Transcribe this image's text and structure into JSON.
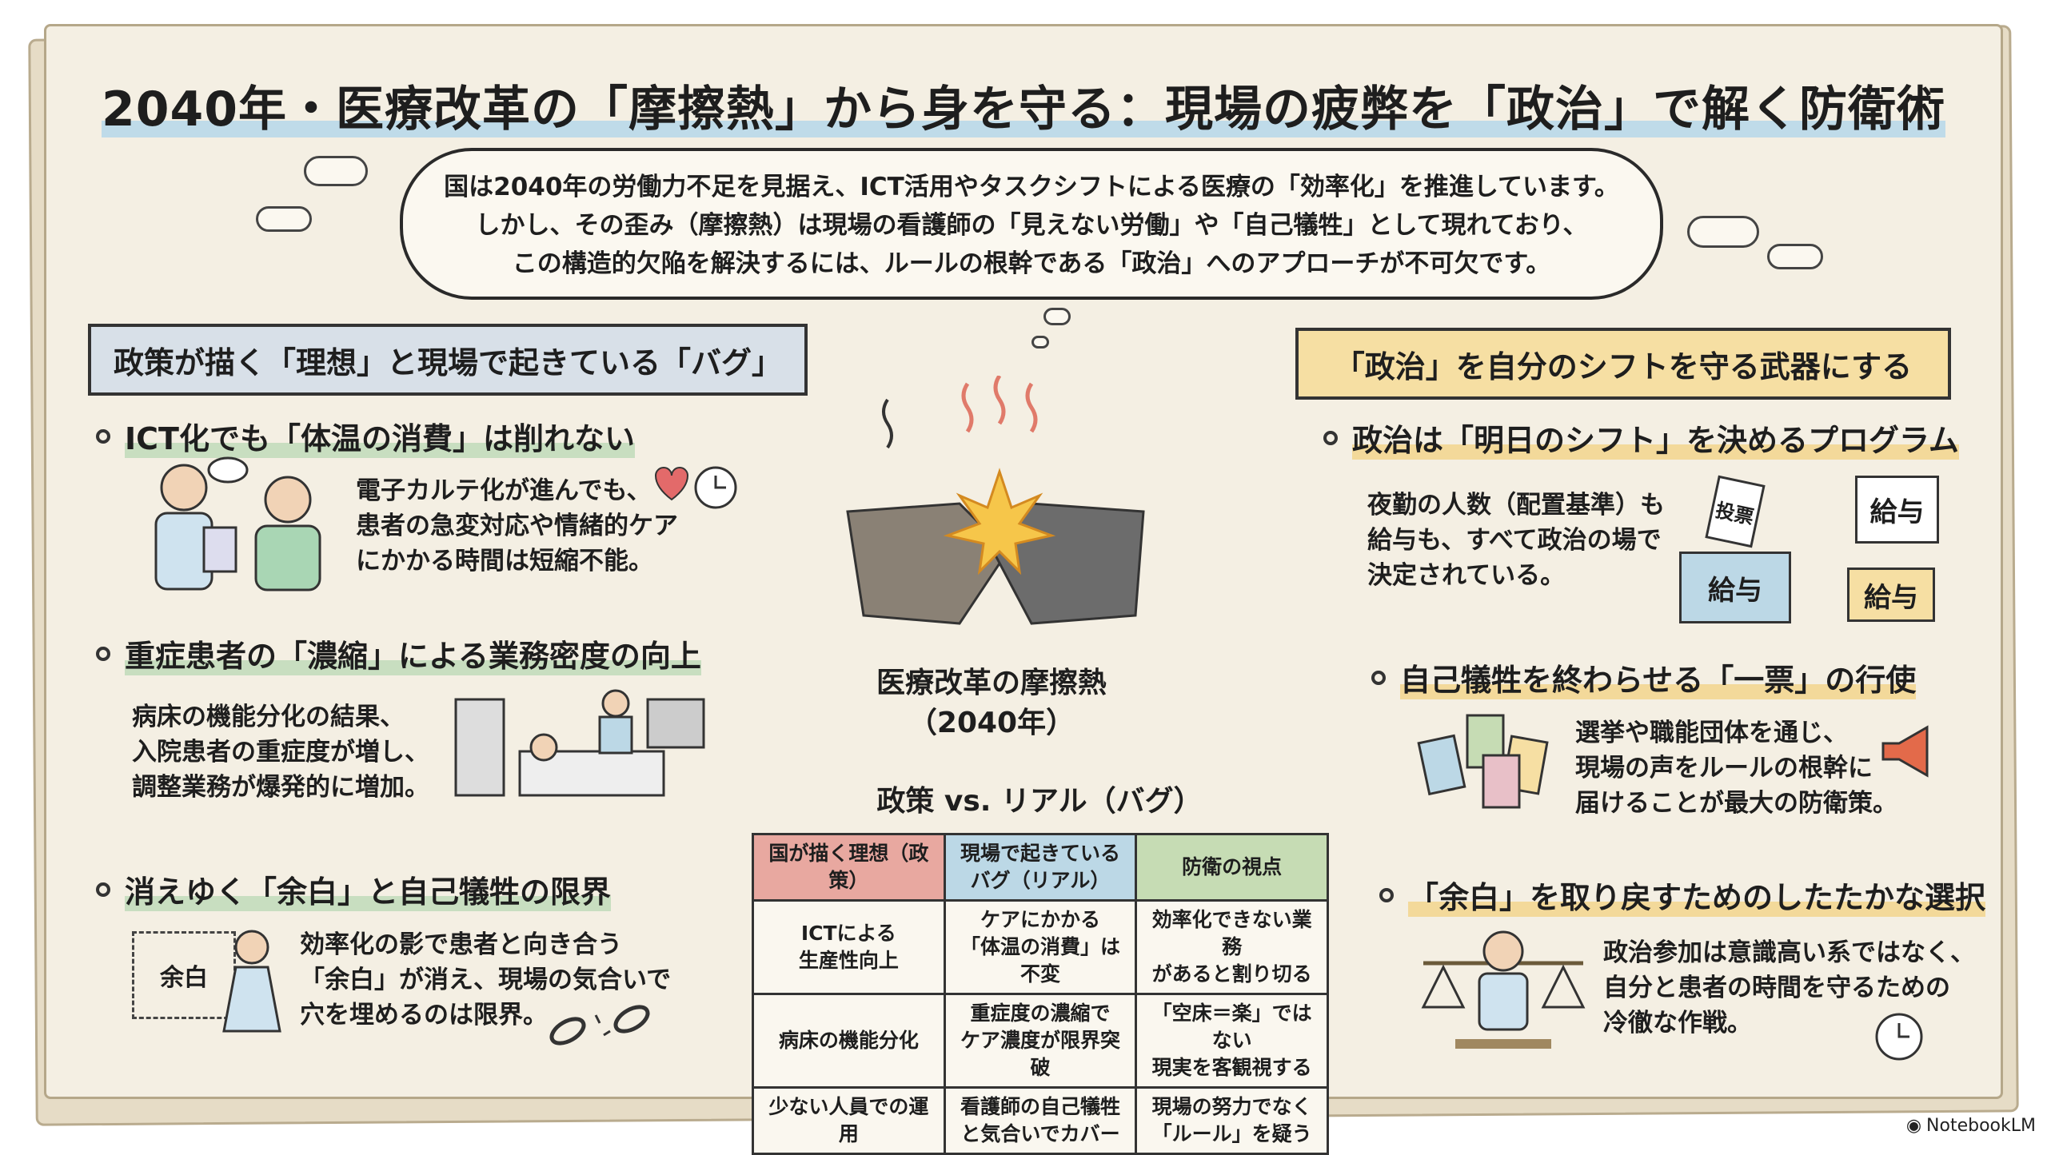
{
  "title": "2040年・医療改革の「摩擦熱」から身を守る：現場の疲弊を「政治」で解く防衛術",
  "intro": [
    "国は2040年の労働力不足を見据え、ICT活用やタスクシフトによる医療の「効率化」を推進しています。",
    "しかし、その歪み（摩擦熱）は現場の看護師の「見えない労働」や「自己犠牲」として現れており、",
    "この構造的欠陥を解決するには、ルールの根幹である「政治」へのアプローチが不可欠です。"
  ],
  "left": {
    "banner": "政策が描く「理想」と現場で起きている「バグ」",
    "items": [
      {
        "heading": "ICT化でも「体温の消費」は削れない",
        "body": [
          "電子カルテ化が進んでも、",
          "患者の急変対応や情緒的ケア",
          "にかかる時間は短縮不能。"
        ]
      },
      {
        "heading": "重症患者の「濃縮」による業務密度の向上",
        "body": [
          "病床の機能分化の結果、",
          "入院患者の重症度が増し、",
          "調整業務が爆発的に増加。"
        ]
      },
      {
        "heading": "消えゆく「余白」と自己犠牲の限界",
        "body": [
          "効率化の影で患者と向き合う",
          "「余白」が消え、現場の気合いで",
          "穴を埋めるのは限界。"
        ],
        "box_label": "余白"
      }
    ]
  },
  "center": {
    "caption": [
      "医療改革の摩擦熱",
      "（2040年）"
    ],
    "table_title": "政策 vs. リアル（バグ）",
    "table": {
      "headers": [
        "国が描く理想（政策）",
        "現場で起きている\nバグ（リアル）",
        "防衛の視点"
      ],
      "rows": [
        [
          "ICTによる\n生産性向上",
          "ケアにかかる\n「体温の消費」は不変",
          "効率化できない業務\nがあると割り切る"
        ],
        [
          "病床の機能分化",
          "重症度の濃縮で\nケア濃度が限界突破",
          "「空床＝楽」ではない\n現実を客観視する"
        ],
        [
          "少ない人員での運用",
          "看護師の自己犠牲\nと気合いでカバー",
          "現場の努力でなく\n「ルール」を疑う"
        ]
      ]
    }
  },
  "right": {
    "banner": "「政治」を自分のシフトを守る武器にする",
    "items": [
      {
        "heading": "政治は「明日のシフト」を決めるプログラム",
        "body": [
          "夜勤の人数（配置基準）も",
          "給与も、すべて政治の場で",
          "決定されている。"
        ]
      },
      {
        "heading": "自己犠牲を終わらせる「一票」の行使",
        "body": [
          "選挙や職能団体を通じ、",
          "現場の声をルールの根幹に",
          "届けることが最大の防衛策。"
        ]
      },
      {
        "heading": "「余白」を取り戻すためのしたたかな選択",
        "body": [
          "政治参加は意識高い系ではなく、",
          "自分と患者の時間を守るための",
          "冷徹な作戦。"
        ]
      }
    ],
    "salary_label": "給与",
    "ballot_label": "投票"
  },
  "watermark": "NotebookLM",
  "colors": {
    "paper": "#f4efe3",
    "th_red": "#e8a8a0",
    "th_blue": "#bcd8e6",
    "th_green": "#c6dcb4"
  }
}
